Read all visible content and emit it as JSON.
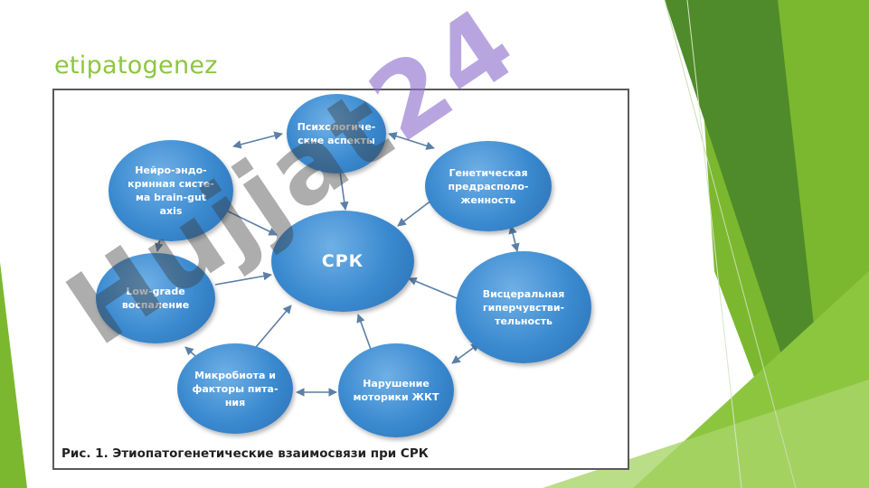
{
  "slide": {
    "title": "etipatogenez"
  },
  "diagram": {
    "center": "СРК",
    "nodes": {
      "psych": "Психологиче-\nские аспекты",
      "neuro": "Нейро-эндо-\nкринная систе-\nма brain-gut\naxis",
      "genetic": "Генетическая\nпредрасполо-\nженность",
      "lowgrade": "Low-grade\nвоспаление",
      "visceral": "Висцеральная\nгиперчувстви-\nтельность",
      "microbiota": "Микробиота и\nфакторы пита-\nния",
      "motility": "Нарушение\nмоторики ЖКТ"
    },
    "caption": "Рис. 1. Этиопатогенетические взаимосвязи при СРК"
  },
  "watermark": {
    "text": "Hujjat",
    "number": "24"
  },
  "colors": {
    "title": "#8dc63f",
    "node": "#3a89cf",
    "arrow": "#5b7fa6",
    "accent_green": "#7cb82f"
  }
}
